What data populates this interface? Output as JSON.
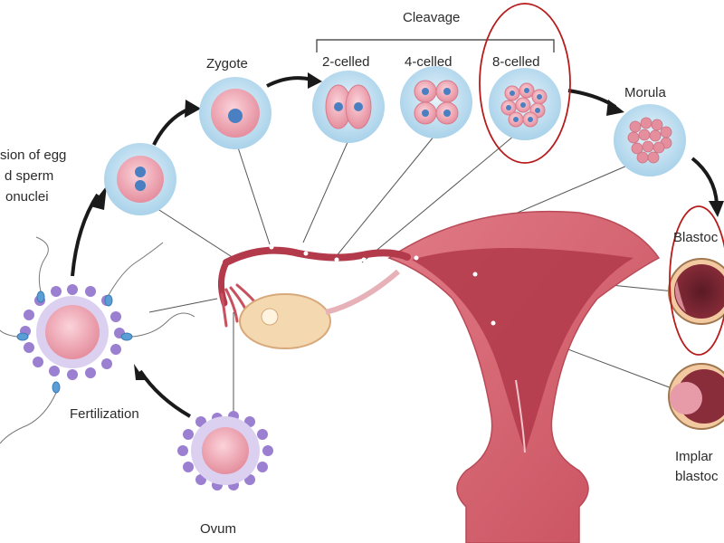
{
  "labels": {
    "cleavage": "Cleavage",
    "zygote": "Zygote",
    "two_celled": "2-celled",
    "four_celled": "4-celled",
    "eight_celled": "8-celled",
    "morula": "Morula",
    "fusion_line1": "sion of egg",
    "fusion_line2": "d sperm",
    "fusion_line3": "onuclei",
    "fertilization": "Fertilization",
    "ovum": "Ovum",
    "blastocyst": "Blastoc",
    "implanted_line1": "Implar",
    "implanted_line2": "blastoc"
  },
  "colors": {
    "cell_outer": "#bfe0f2",
    "cell_inner": "#f0a8b4",
    "nucleus": "#4a7fc1",
    "uterus_wall": "#d9626e",
    "uterus_inner": "#b23a4a",
    "highlight_ring": "#b71c1c",
    "corona": "#9b7fd0"
  }
}
